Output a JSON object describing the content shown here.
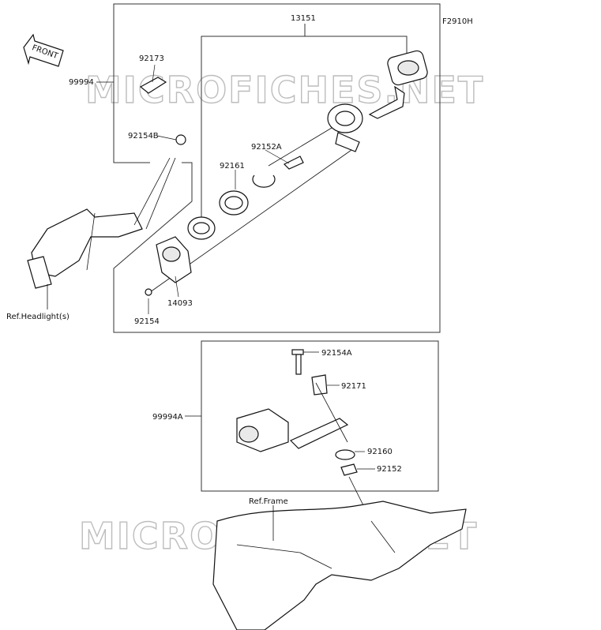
{
  "figure_code": "F2910H",
  "front_badge": "FRONT",
  "watermark": "MICROFICHES.NET",
  "parts": {
    "p13151": "13151",
    "p92173": "92173",
    "p99994": "99994",
    "p92154B": "92154B",
    "p92152A": "92152A",
    "p92161": "92161",
    "p14093": "14093",
    "p92154": "92154",
    "p92154A": "92154A",
    "p92171": "92171",
    "p99994A": "99994A",
    "p92160": "92160",
    "p92152": "92152"
  },
  "references": {
    "headlight": "Ref.Headlight(s)",
    "frame": "Ref.Frame"
  }
}
